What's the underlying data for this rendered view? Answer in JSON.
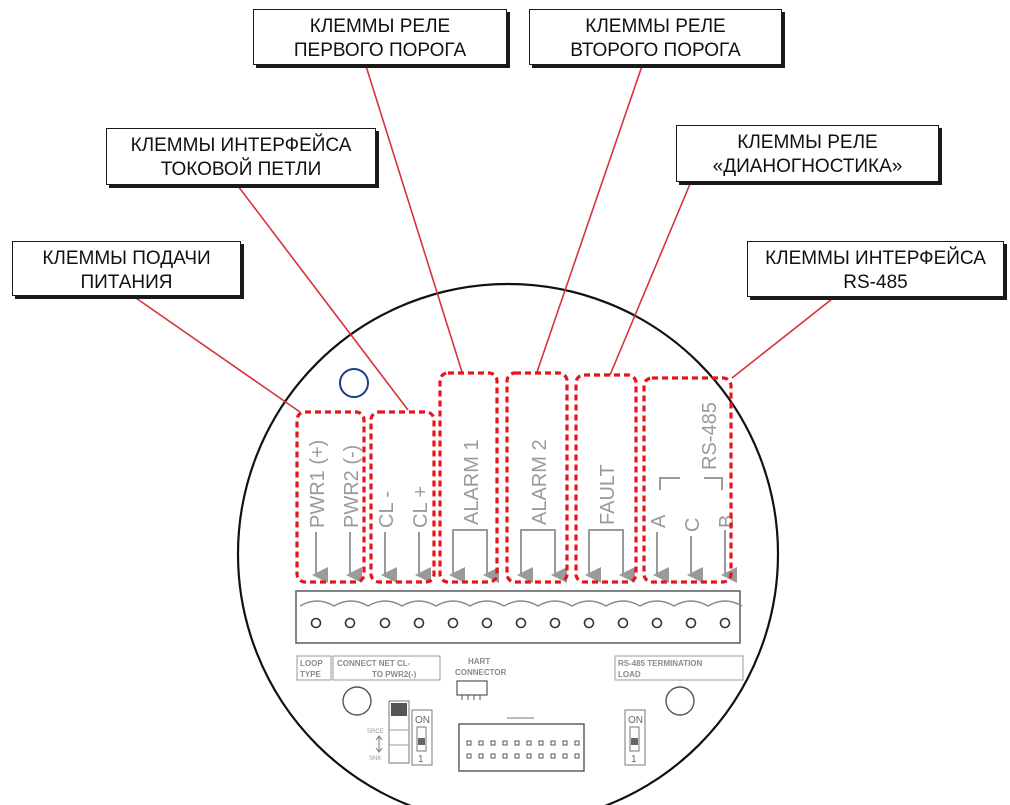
{
  "callouts": {
    "power": {
      "line1": "КЛЕММЫ ПОДАЧИ",
      "line2": "ПИТАНИЯ"
    },
    "loop": {
      "line1": "КЛЕММЫ ИНТЕРФЕЙСА",
      "line2": "ТОКОВОЙ ПЕТЛИ"
    },
    "relay1": {
      "line1": "КЛЕММЫ  РЕЛЕ",
      "line2": "ПЕРВОГО ПОРОГА"
    },
    "relay2": {
      "line1": "КЛЕММЫ  РЕЛЕ",
      "line2": "ВТОРОГО ПОРОГА"
    },
    "diagnostic": {
      "line1": "КЛЕММЫ  РЕЛЕ",
      "line2": "«ДИАНОГНОСТИКА»"
    },
    "rs485": {
      "line1": "КЛЕММЫ  ИНТЕРФЕЙСА",
      "line2": "RS-485"
    }
  },
  "terminals": {
    "pwr1": "PWR1 (+)",
    "pwr2": "PWR2 (-)",
    "cl_minus": "CL -",
    "cl_plus": "CL +",
    "alarm1": "ALARM 1",
    "alarm2": "ALARM 2",
    "fault": "FAULT",
    "rs_a": "A",
    "rs_c": "C",
    "rs_b": "B",
    "rs_label": "RS-485"
  },
  "board": {
    "loop_type": {
      "line1": "LOOP",
      "line2": "TYPE"
    },
    "connect_net": {
      "line1": "CONNECT NET CL-",
      "line2": "TO PWR2(-)"
    },
    "hart": {
      "line1": "HART",
      "line2": "CONNECTOR"
    },
    "rs485_term": {
      "line1": "RS-485 TERMINATION",
      "line2": "LOAD"
    },
    "dip_on": "ON",
    "dip_num": "1",
    "dip_on2": "ON",
    "dip_num2": "1",
    "src_label": "SRCE",
    "snk_label": "SNK"
  },
  "colors": {
    "highlight": "#e8141c",
    "board_text": "#9a9a9a",
    "line": "#d6343a"
  }
}
